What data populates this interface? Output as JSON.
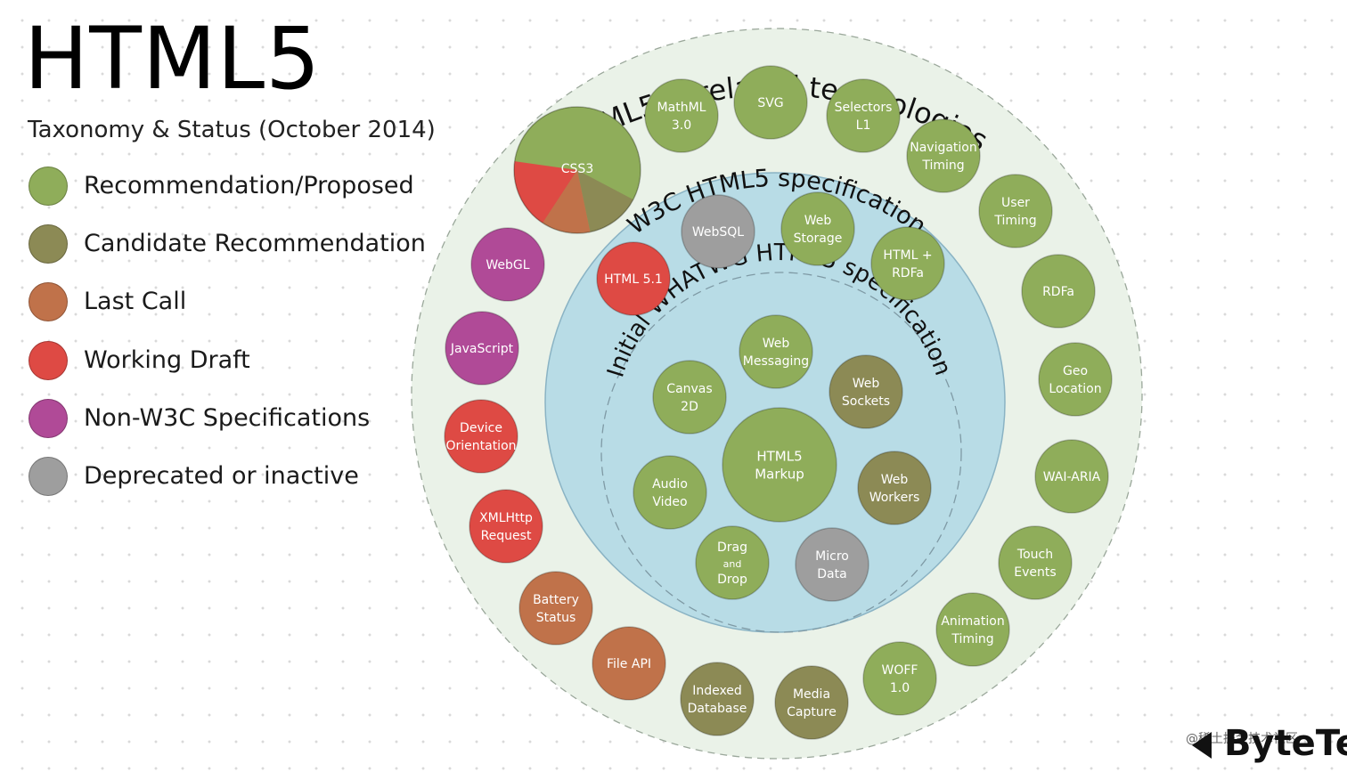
{
  "title": "HTML5",
  "subtitle": "Taxonomy & Status (October 2014)",
  "colors": {
    "rec": "#8fad5a",
    "cand": "#8c8a55",
    "lastcall": "#c0724a",
    "draft": "#de4a44",
    "nonw3c": "#b04a97",
    "deprecated": "#9e9e9e"
  },
  "legend": [
    {
      "label": "Recommendation/Proposed",
      "status": "rec"
    },
    {
      "label": "Candidate Recommendation",
      "status": "cand"
    },
    {
      "label": "Last Call",
      "status": "lastcall"
    },
    {
      "label": "Working Draft",
      "status": "draft"
    },
    {
      "label": "Non-W3C Specifications",
      "status": "nonw3c"
    },
    {
      "label": "Deprecated or inactive",
      "status": "deprecated"
    }
  ],
  "rings": {
    "outer_label": "HTML5 & related technologies",
    "w3c_label": "W3C HTML5 specification",
    "whatwg_label": "Initial WHATWG HTML5 specification"
  },
  "specs": [
    {
      "lines": [
        "HTML5",
        "Markup"
      ],
      "status": "rec"
    },
    {
      "lines": [
        "Web",
        "Messaging"
      ],
      "status": "rec"
    },
    {
      "lines": [
        "Canvas",
        "2D"
      ],
      "status": "rec"
    },
    {
      "lines": [
        "Web",
        "Sockets"
      ],
      "status": "cand"
    },
    {
      "lines": [
        "Audio",
        "Video"
      ],
      "status": "rec"
    },
    {
      "lines": [
        "Web",
        "Workers"
      ],
      "status": "cand"
    },
    {
      "lines": [
        "Drag",
        "and",
        "Drop"
      ],
      "status": "rec"
    },
    {
      "lines": [
        "Micro",
        "Data"
      ],
      "status": "deprecated"
    },
    {
      "lines": [
        "WebSQL"
      ],
      "status": "deprecated"
    },
    {
      "lines": [
        "Web",
        "Storage"
      ],
      "status": "rec"
    },
    {
      "lines": [
        "HTML 5.1"
      ],
      "status": "draft"
    },
    {
      "lines": [
        "HTML +",
        "RDFa"
      ],
      "status": "rec"
    },
    {
      "lines": [
        "MathML",
        "3.0"
      ],
      "status": "rec"
    },
    {
      "lines": [
        "SVG"
      ],
      "status": "rec"
    },
    {
      "lines": [
        "Selectors",
        "L1"
      ],
      "status": "rec"
    },
    {
      "lines": [
        "Navigation",
        "Timing"
      ],
      "status": "rec"
    },
    {
      "lines": [
        "User",
        "Timing"
      ],
      "status": "rec"
    },
    {
      "lines": [
        "RDFa"
      ],
      "status": "rec"
    },
    {
      "lines": [
        "Geo",
        "Location"
      ],
      "status": "rec"
    },
    {
      "lines": [
        "WAI-ARIA"
      ],
      "status": "rec"
    },
    {
      "lines": [
        "Touch",
        "Events"
      ],
      "status": "rec"
    },
    {
      "lines": [
        "Animation",
        "Timing"
      ],
      "status": "rec"
    },
    {
      "lines": [
        "WOFF",
        "1.0"
      ],
      "status": "rec"
    },
    {
      "lines": [
        "Media",
        "Capture"
      ],
      "status": "cand"
    },
    {
      "lines": [
        "Indexed",
        "Database"
      ],
      "status": "cand"
    },
    {
      "lines": [
        "File API"
      ],
      "status": "lastcall"
    },
    {
      "lines": [
        "Battery",
        "Status"
      ],
      "status": "lastcall"
    },
    {
      "lines": [
        "XMLHttp",
        "Request"
      ],
      "status": "draft"
    },
    {
      "lines": [
        "Device",
        "Orientation"
      ],
      "status": "draft"
    },
    {
      "lines": [
        "JavaScript"
      ],
      "status": "nonw3c"
    },
    {
      "lines": [
        "WebGL"
      ],
      "status": "nonw3c"
    }
  ],
  "css3": {
    "label": "CSS3",
    "shares": [
      {
        "status": "rec",
        "share": 0.555
      },
      {
        "status": "cand",
        "share": 0.14
      },
      {
        "status": "lastcall",
        "share": 0.125
      },
      {
        "status": "draft",
        "share": 0.18
      }
    ]
  },
  "watermark": "@稀土掘金技术社区",
  "brand": "ByteTec"
}
